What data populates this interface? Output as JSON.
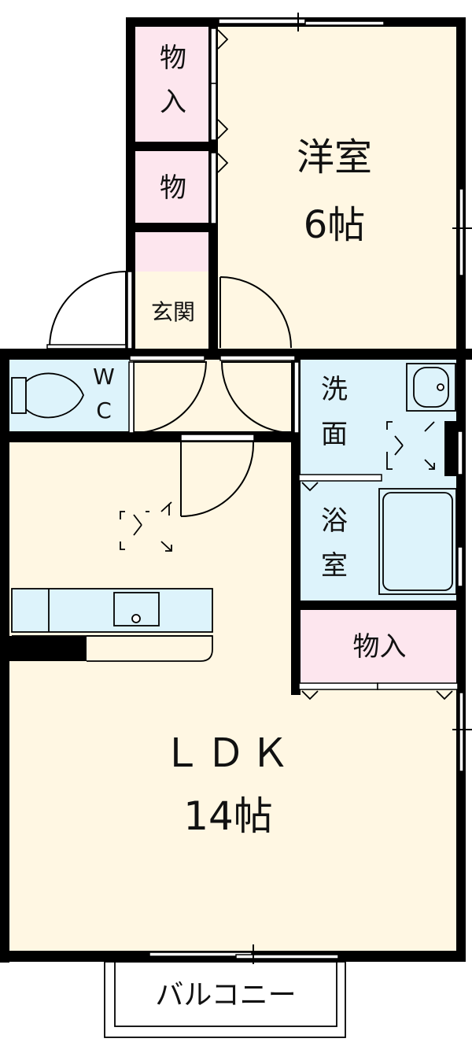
{
  "floor_plan": {
    "colors": {
      "wall": "#000000",
      "living": "#fff7e3",
      "wet": "#ddf3fb",
      "storage": "#fde6ee",
      "exterior": "#ffffff"
    },
    "rooms": {
      "western_room": {
        "name": "洋室",
        "size": "6帖"
      },
      "ldk": {
        "name": "ＬＤＫ",
        "size": "14帖"
      },
      "closet_top": {
        "line1": "物",
        "line2": "入"
      },
      "closet_mid": {
        "line1": "物"
      },
      "entrance": {
        "name": "玄関"
      },
      "toilet": {
        "line1": "W",
        "line2": "C"
      },
      "washroom": {
        "line1": "洗",
        "line2": "面"
      },
      "bathroom": {
        "line1": "浴",
        "line2": "室"
      },
      "storage_right": {
        "name": "物入"
      },
      "balcony": {
        "name": "バルコニー"
      }
    }
  }
}
